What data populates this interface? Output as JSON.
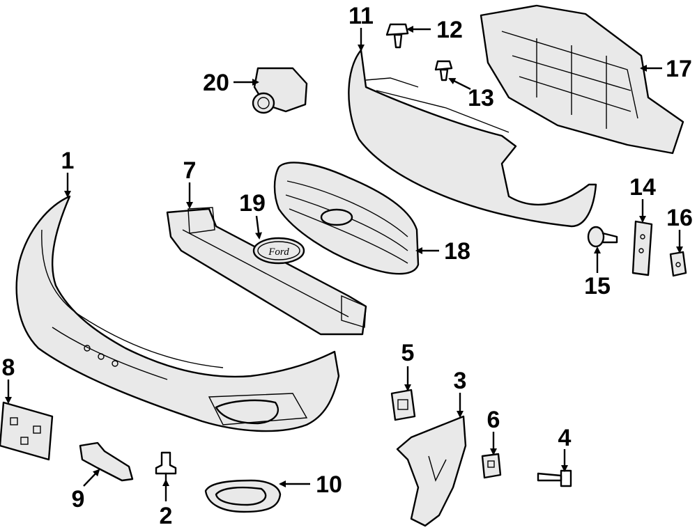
{
  "diagram": {
    "callouts": [
      {
        "id": "1",
        "label": "1"
      },
      {
        "id": "2",
        "label": "2"
      },
      {
        "id": "3",
        "label": "3"
      },
      {
        "id": "4",
        "label": "4"
      },
      {
        "id": "5",
        "label": "5"
      },
      {
        "id": "6",
        "label": "6"
      },
      {
        "id": "7",
        "label": "7"
      },
      {
        "id": "8",
        "label": "8"
      },
      {
        "id": "9",
        "label": "9"
      },
      {
        "id": "10",
        "label": "10"
      },
      {
        "id": "11",
        "label": "11"
      },
      {
        "id": "12",
        "label": "12"
      },
      {
        "id": "13",
        "label": "13"
      },
      {
        "id": "14",
        "label": "14"
      },
      {
        "id": "15",
        "label": "15"
      },
      {
        "id": "16",
        "label": "16"
      },
      {
        "id": "17",
        "label": "17"
      },
      {
        "id": "18",
        "label": "18"
      },
      {
        "id": "19",
        "label": "19"
      },
      {
        "id": "20",
        "label": "20"
      }
    ],
    "emblem_text": "Ford"
  }
}
